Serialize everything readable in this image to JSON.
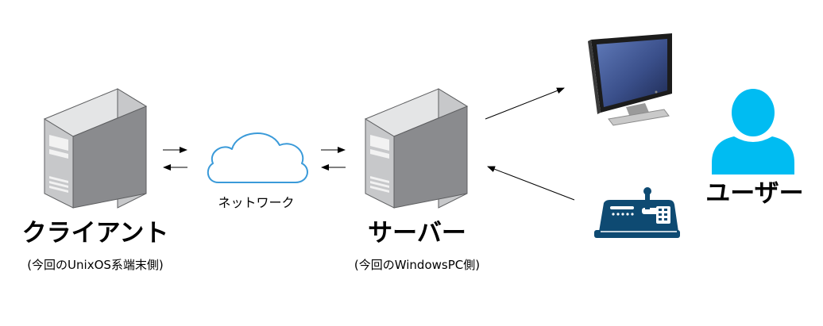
{
  "nodes": {
    "client": {
      "label": "クライアント",
      "sublabel": "(今回のUnixOS系端末側)"
    },
    "network": {
      "label": "ネットワーク"
    },
    "server": {
      "label": "サーバー",
      "sublabel": "(今回のWindowsPC側)"
    },
    "user": {
      "label": "ユーザー"
    }
  },
  "colors": {
    "server_front": "#8a8b8e",
    "server_side": "#c7c8ca",
    "server_top": "#e4e5e6",
    "server_outline": "#5d5e60",
    "cloud_stroke": "#3a9ad9",
    "user_fill": "#00bcf2",
    "controller_fill": "#0e4a72",
    "monitor_screen": "#3a4f8a"
  },
  "icons": [
    "client-server-icon",
    "network-cloud-icon",
    "server-icon",
    "monitor-icon",
    "controller-icon",
    "user-icon"
  ]
}
